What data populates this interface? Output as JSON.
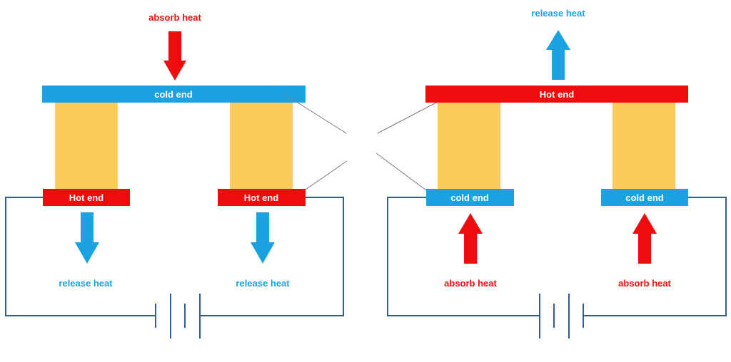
{
  "colors": {
    "hot": "#ee0d0d",
    "cold": "#1aa3e0",
    "element": "#fbcb5c",
    "wire": "#2f5f9a",
    "guide": "#7a7a7a",
    "white": "#ffffff"
  },
  "left": {
    "top_plate_label": "cold end",
    "top_arrow_label": "absorb heat",
    "bottom_left_plate_label": "Hot end",
    "bottom_right_plate_label": "Hot end",
    "bottom_left_arrow_label": "release heat",
    "bottom_right_arrow_label": "release heat"
  },
  "right": {
    "top_plate_label": "Hot end",
    "top_arrow_label": "release heat",
    "bottom_left_plate_label": "cold end",
    "bottom_right_plate_label": "cold end",
    "bottom_left_arrow_label": "absorb heat",
    "bottom_right_arrow_label": "absorb heat"
  }
}
